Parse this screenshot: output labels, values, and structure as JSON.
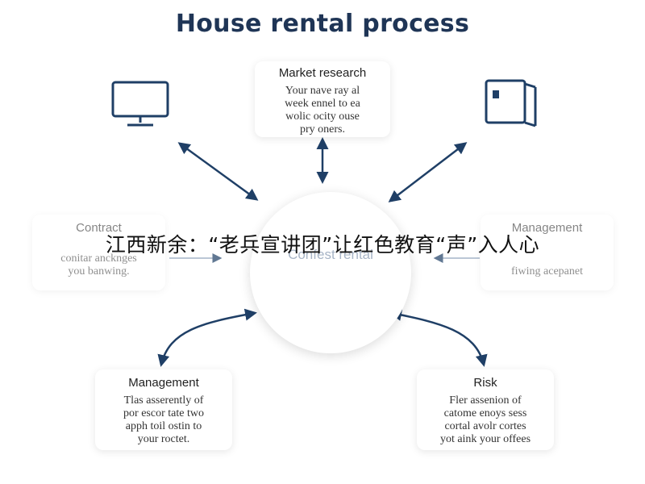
{
  "diagram": {
    "title": "House rental process",
    "center": {
      "label": "Confest rental"
    },
    "nodes": {
      "market_research": {
        "title": "Market research",
        "body": [
          "Your nave ray al",
          "week ennel to ea",
          "wolic ocity ouse",
          "pry oners."
        ]
      },
      "contract": {
        "title": "Contract",
        "body": [
          "conitar ancknges",
          "you banwing."
        ]
      },
      "management_right": {
        "title": "Management",
        "body": [
          "fiwing acepanet"
        ]
      },
      "management_bottom": {
        "title": "Management",
        "body": [
          "Tlas asserently of",
          "por escor tate two",
          "apph toil ostin to",
          "your roctet."
        ]
      },
      "risk": {
        "title": "Risk",
        "body": [
          "Fler assenion of",
          "catome enoys sess",
          "cortal avolr cortes",
          "yot aink your offees"
        ]
      }
    },
    "icons": [
      "monitor-icon",
      "document-icon"
    ],
    "colors": {
      "title": "#1f3556",
      "icon": "#1f3f66",
      "arrow": "#1f3f66"
    }
  },
  "overlay_caption": "江西新余：“老兵宣讲团”让红色教育“声”入人心"
}
